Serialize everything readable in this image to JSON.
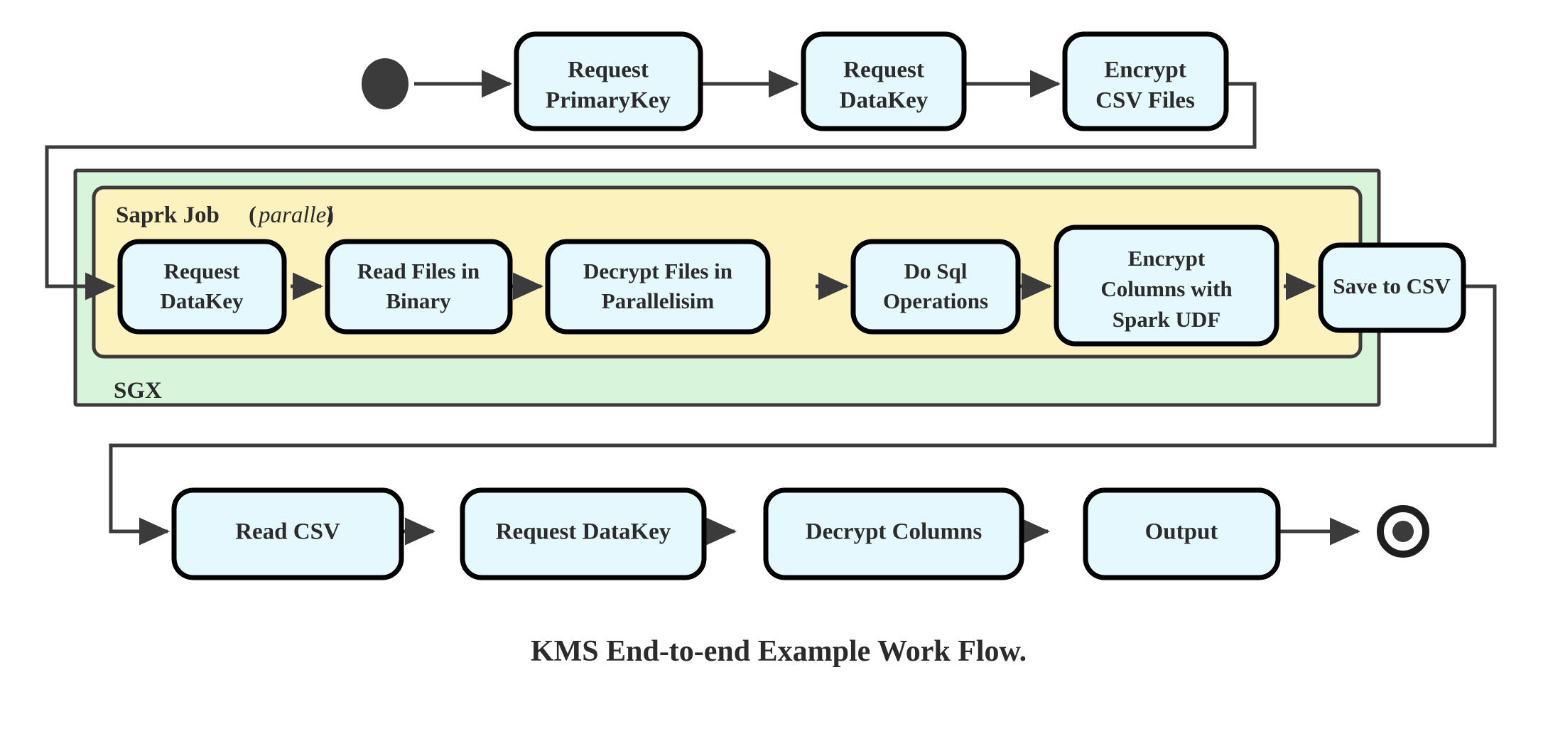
{
  "diagram": {
    "caption": "KMS End-to-end Example Work Flow.",
    "colors": {
      "node_fill": "#e4f8fd",
      "node_stroke": "#000000",
      "sgx_fill": "#d8f5dc",
      "sgx_stroke": "#3b3b3b",
      "spark_fill": "#fbf2bd",
      "spark_stroke": "#3b3b3b",
      "edge": "#3b3b3b",
      "text": "#2b2b2b",
      "start_node": "#3b3b3b",
      "end_node": "#3b3b3b",
      "background": "#ffffff"
    },
    "start_node": {
      "name": "start-node",
      "shape": "filled-circle"
    },
    "end_node": {
      "name": "end-node",
      "shape": "ring-with-dot"
    },
    "containers": [
      {
        "id": "sgx",
        "label": "SGX",
        "label_position": "bottom-left",
        "fill": "#d8f5dc"
      },
      {
        "id": "spark-job",
        "label": "Saprk Job",
        "modifier": "(parallel)",
        "modifier_open": "(",
        "modifier_word": "parallel",
        "modifier_close": ")",
        "label_position": "top-left",
        "fill": "#fbf2bd"
      }
    ],
    "rows": {
      "top": {
        "name": "top-row",
        "nodes": [
          {
            "id": "request-primarykey",
            "lines": [
              "Request",
              "PrimaryKey"
            ]
          },
          {
            "id": "request-datakey-top",
            "lines": [
              "Request",
              "DataKey"
            ]
          },
          {
            "id": "encrypt-csv-files",
            "lines": [
              "Encrypt",
              "CSV Files"
            ]
          }
        ]
      },
      "spark": {
        "name": "spark-row",
        "nodes": [
          {
            "id": "request-datakey-spark",
            "lines": [
              "Request",
              "DataKey"
            ]
          },
          {
            "id": "read-files-in-binary",
            "lines": [
              "Read Files in",
              "Binary"
            ]
          },
          {
            "id": "decrypt-files-in-parallelisim",
            "lines": [
              "Decrypt Files in",
              "Parallelisim"
            ]
          },
          {
            "id": "do-sql-operations",
            "lines": [
              "Do Sql",
              "Operations"
            ]
          },
          {
            "id": "encrypt-columns-with-spark-udf",
            "lines": [
              "Encrypt",
              "Columns with",
              "Spark UDF"
            ]
          },
          {
            "id": "save-to-csv",
            "lines": [
              "Save to CSV"
            ]
          }
        ]
      },
      "bottom": {
        "name": "bottom-row",
        "nodes": [
          {
            "id": "read-csv",
            "lines": [
              "Read CSV"
            ]
          },
          {
            "id": "request-datakey-bottom",
            "lines": [
              "Request DataKey"
            ]
          },
          {
            "id": "decrypt-columns",
            "lines": [
              "Decrypt Columns"
            ]
          },
          {
            "id": "output",
            "lines": [
              "Output"
            ]
          }
        ]
      }
    },
    "edges": [
      {
        "from": "start-node",
        "to": "request-primarykey",
        "kind": "straight"
      },
      {
        "from": "request-primarykey",
        "to": "request-datakey-top",
        "kind": "straight"
      },
      {
        "from": "request-datakey-top",
        "to": "encrypt-csv-files",
        "kind": "straight"
      },
      {
        "from": "encrypt-csv-files",
        "to": "request-datakey-spark",
        "kind": "orthogonal-wrap"
      },
      {
        "from": "request-datakey-spark",
        "to": "read-files-in-binary",
        "kind": "straight"
      },
      {
        "from": "read-files-in-binary",
        "to": "decrypt-files-in-parallelisim",
        "kind": "straight"
      },
      {
        "from": "decrypt-files-in-parallelisim",
        "to": "do-sql-operations",
        "kind": "straight"
      },
      {
        "from": "do-sql-operations",
        "to": "encrypt-columns-with-spark-udf",
        "kind": "straight"
      },
      {
        "from": "encrypt-columns-with-spark-udf",
        "to": "save-to-csv",
        "kind": "straight"
      },
      {
        "from": "save-to-csv",
        "to": "read-csv",
        "kind": "orthogonal-wrap"
      },
      {
        "from": "read-csv",
        "to": "request-datakey-bottom",
        "kind": "straight"
      },
      {
        "from": "request-datakey-bottom",
        "to": "decrypt-columns",
        "kind": "straight"
      },
      {
        "from": "decrypt-columns",
        "to": "output",
        "kind": "straight"
      },
      {
        "from": "output",
        "to": "end-node",
        "kind": "straight"
      }
    ]
  }
}
